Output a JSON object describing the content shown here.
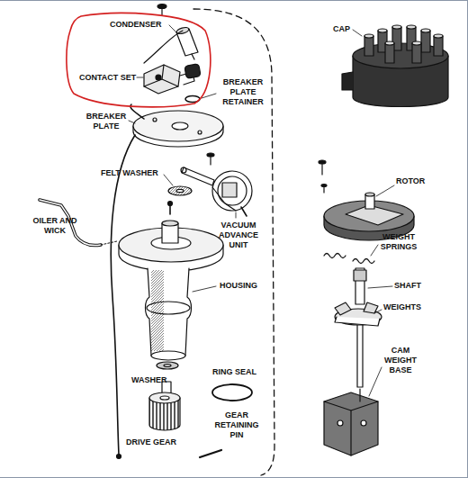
{
  "diagram": {
    "nodes": [
      {
        "text": [
          "CONDENSER",
          "CONTACT SET"
        ]
      }
    ],
    "labels": [
      "CAP",
      "BREAKER PLATE RETAINER",
      "BREAKER PLATE",
      "FELT WASHER",
      "ROTOR",
      "OILER AND WICK",
      "VACUUM ADVANCE UNIT",
      "WEIGHT SPRINGS",
      "HOUSING",
      "SHAFT",
      "WEIGHTS",
      "CAM WEIGHT BASE",
      "RING SEAL",
      "WASHER",
      "GEAR RETAINING PIN",
      "DRIVE GEAR"
    ]
  }
}
